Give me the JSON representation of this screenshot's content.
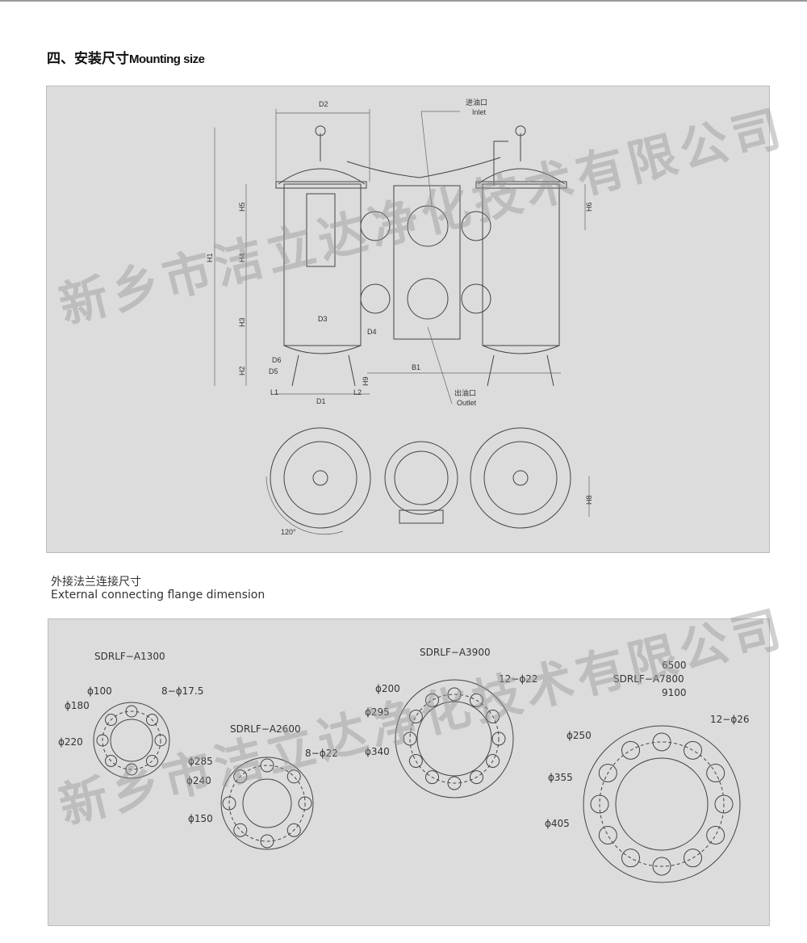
{
  "heading": {
    "cn": "四、安装尺寸",
    "en": "Mounting size"
  },
  "drawing": {
    "labels": {
      "D2": "D2",
      "H5": "H5",
      "H4": "H4",
      "H1": "H1",
      "H3": "H3",
      "D3": "D3",
      "D4": "D4",
      "H2": "H2",
      "D6": "D6",
      "D5": "D5",
      "L1": "L1",
      "D1": "D1",
      "L2": "L2",
      "H9": "H9",
      "B1": "B1",
      "H6": "H6",
      "H8": "H8",
      "angle": "120°"
    },
    "inlet_cn": "进油口",
    "inlet_en": "Inlet",
    "outlet_cn": "出油口",
    "outlet_en": "Outlet"
  },
  "flange_section": {
    "title_cn": "外接法兰连接尺寸",
    "title_en": "External connecting flange dimension"
  },
  "flanges": [
    {
      "model": "SDRLF−A1300",
      "bolts": 8,
      "labels": [
        "ϕ100",
        "ϕ180",
        "ϕ220",
        "8−ϕ17.5"
      ]
    },
    {
      "model": "SDRLF−A2600",
      "bolts": 8,
      "labels": [
        "ϕ285",
        "ϕ240",
        "ϕ150",
        "8−ϕ22"
      ]
    },
    {
      "model": "SDRLF−A3900",
      "bolts": 12,
      "labels": [
        "ϕ200",
        "ϕ295",
        "ϕ340",
        "12−ϕ22"
      ]
    },
    {
      "model_lines": [
        "6500",
        "SDRLF−A7800",
        "9100"
      ],
      "bolts": 12,
      "labels": [
        "ϕ250",
        "ϕ355",
        "ϕ405",
        "12−ϕ26"
      ]
    }
  ],
  "watermark": "新乡市洁立达净化技术有限公司"
}
